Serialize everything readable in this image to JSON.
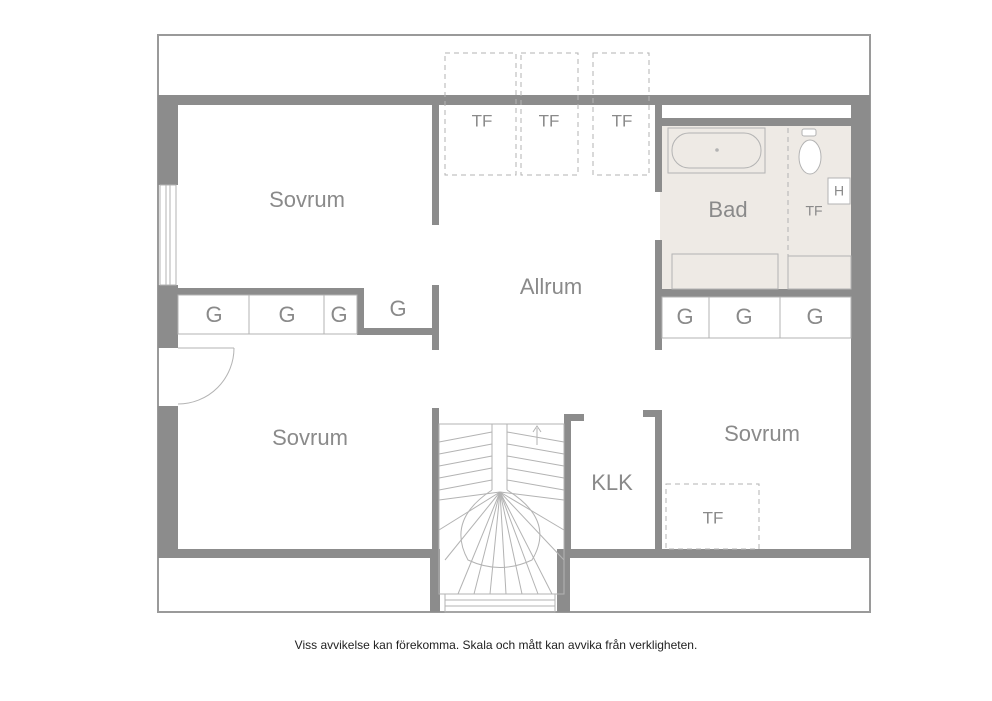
{
  "rooms": {
    "sovrum_top_left": "Sovrum",
    "sovrum_bottom_left": "Sovrum",
    "sovrum_bottom_right": "Sovrum",
    "allrum": "Allrum",
    "bad": "Bad",
    "klk": "KLK"
  },
  "marks": {
    "wardrobe": "G",
    "storage": "TF",
    "heater": "H"
  },
  "colors": {
    "wall": "#8c8c8c",
    "bathroom_floor": "#eeeae5"
  },
  "disclaimer": "Viss avvikelse kan förekomma. Skala och mått kan avvika från verkligheten."
}
